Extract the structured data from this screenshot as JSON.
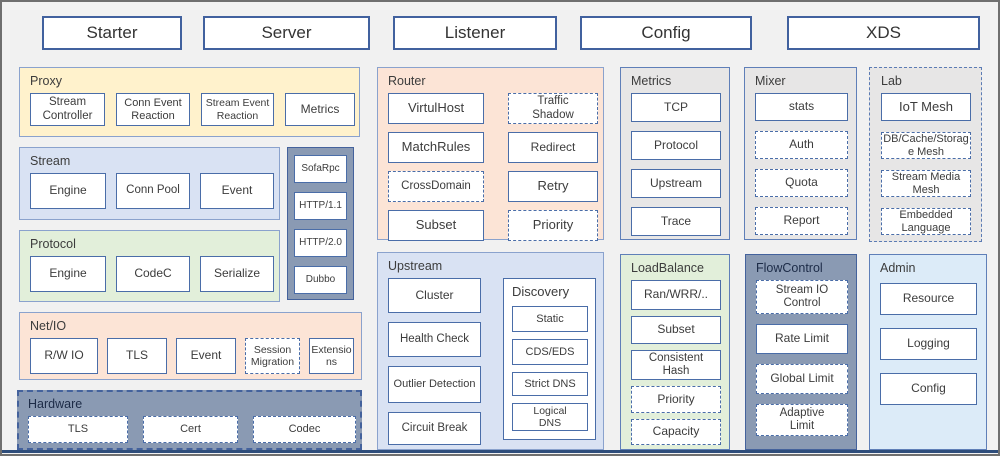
{
  "top_row": [
    "Starter",
    "Server",
    "Listener",
    "Config",
    "XDS"
  ],
  "sections": {
    "proxy": {
      "title": "Proxy",
      "items": [
        "Stream Controller",
        "Conn Event Reaction",
        "Stream Event Reaction",
        "Metrics"
      ]
    },
    "stream": {
      "title": "Stream",
      "items": [
        "Engine",
        "Conn Pool",
        "Event"
      ]
    },
    "protocol": {
      "title": "Protocol",
      "items": [
        "Engine",
        "CodeC",
        "Serialize"
      ]
    },
    "rpc_panel": {
      "items": [
        "SofaRpc",
        "HTTP/1.1",
        "HTTP/2.0",
        "Dubbo"
      ]
    },
    "netio": {
      "title": "Net/IO",
      "items": [
        "R/W IO",
        "TLS",
        "Event",
        "Session Migration",
        "Extensions"
      ]
    },
    "hardware": {
      "title": "Hardware",
      "items": [
        "TLS",
        "Cert",
        "Codec"
      ]
    },
    "router": {
      "title": "Router",
      "items": [
        "VirtulHost",
        "Traffic Shadow",
        "MatchRules",
        "Redirect",
        "CrossDomain",
        "Retry",
        "Subset",
        "Priority"
      ]
    },
    "upstream": {
      "title": "Upstream",
      "items": [
        "Cluster",
        "Health Check",
        "Outlier Detection",
        "Circuit Break"
      ],
      "discovery": {
        "title": "Discovery",
        "items": [
          "Static",
          "CDS/EDS",
          "Strict DNS",
          "Logical DNS"
        ]
      }
    },
    "metrics": {
      "title": "Metrics",
      "items": [
        "TCP",
        "Protocol",
        "Upstream",
        "Trace"
      ]
    },
    "loadbalance": {
      "title": "LoadBalance",
      "items": [
        "Ran/WRR/..",
        "Subset",
        "Consistent Hash",
        "Priority",
        "Capacity"
      ]
    },
    "mixer": {
      "title": "Mixer",
      "items": [
        "stats",
        "Auth",
        "Quota",
        "Report"
      ]
    },
    "flowcontrol": {
      "title": "FlowControl",
      "items": [
        "Stream IO Control",
        "Rate Limit",
        "Global Limit",
        "Adaptive Limit"
      ]
    },
    "lab": {
      "title": "Lab",
      "items": [
        "IoT Mesh",
        "DB/Cache/Storage Mesh",
        "Stream Media Mesh",
        "Embedded Language"
      ]
    },
    "admin": {
      "title": "Admin",
      "items": [
        "Resource",
        "Logging",
        "Config"
      ]
    }
  },
  "colors": {
    "box_border": "#4a6da8",
    "section_yellow": "#fff2cc",
    "section_blue": "#d9e2f3",
    "section_green": "#e2efda",
    "section_peach": "#fce4d6",
    "section_gray": "#e7e6e6",
    "section_bluegray": "#8a9ab3",
    "section_lightblue": "#dcebf8",
    "footer_line": "#2e4d7b"
  }
}
